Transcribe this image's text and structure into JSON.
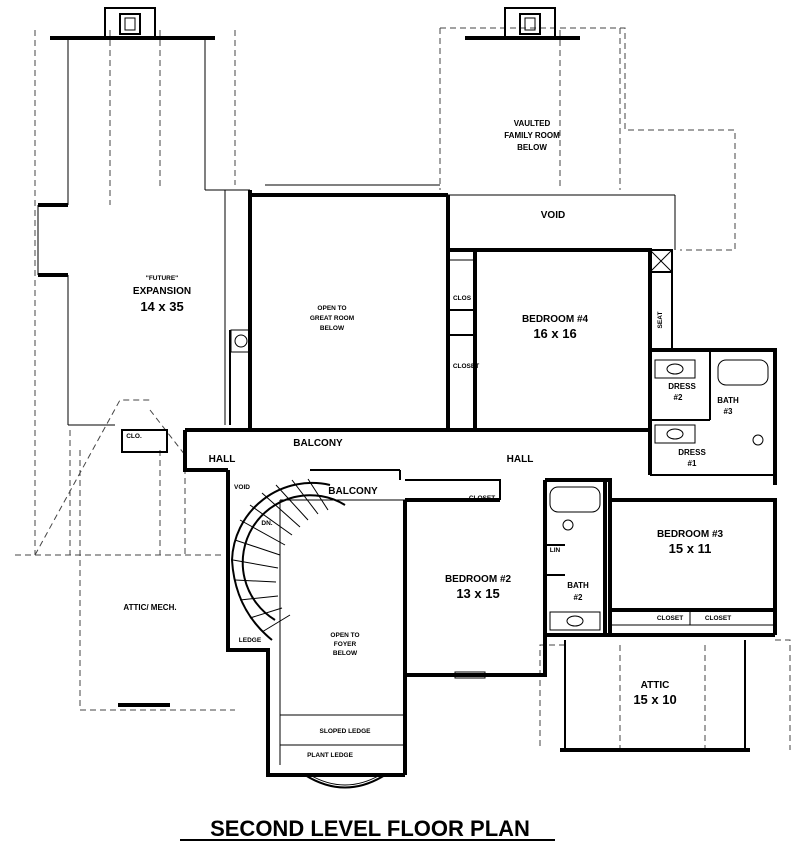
{
  "title": "SECOND LEVEL FLOOR PLAN",
  "rooms": {
    "vaulted": [
      "VAULTED",
      "FAMILY ROOM",
      "BELOW"
    ],
    "void_top": "VOID",
    "future": "\"FUTURE\"",
    "expansion": "EXPANSION",
    "expansion_size": "14 x 35",
    "open_great": [
      "OPEN TO",
      "GREAT ROOM",
      "BELOW"
    ],
    "bedroom4": "BEDROOM #4",
    "bedroom4_size": "16 x 16",
    "clos_b4": "CLOS",
    "closet_b4": "CLOSET",
    "seat": "SEAT",
    "dress2": "DRESS",
    "dress2_num": "#2",
    "bath3": "BATH",
    "bath3_num": "#3",
    "dress1": "DRESS",
    "dress1_num": "#1",
    "clo": "CLO.",
    "balcony_top": "BALCONY",
    "hall_left": "HALL",
    "hall_right": "HALL",
    "void_stair": "VOID",
    "balcony_stair": "BALCONY",
    "closet_mid": "CLOSET",
    "dn": "DN.",
    "bedroom3": "BEDROOM #3",
    "bedroom3_size": "15 x 11",
    "lin": "LIN",
    "bath2": "BATH",
    "bath2_num": "#2",
    "bedroom2": "BEDROOM #2",
    "bedroom2_size": "13 x 15",
    "attic_mech": "ATTIC/ MECH.",
    "ledge": "LEDGE",
    "open_foyer": [
      "OPEN TO",
      "FOYER",
      "BELOW"
    ],
    "closet_b3a": "CLOSET",
    "closet_b3b": "CLOSET",
    "attic": "ATTIC",
    "attic_size": "15 x 10",
    "sloped_ledge": "SLOPED LEDGE",
    "plant_ledge": "PLANT LEDGE"
  }
}
